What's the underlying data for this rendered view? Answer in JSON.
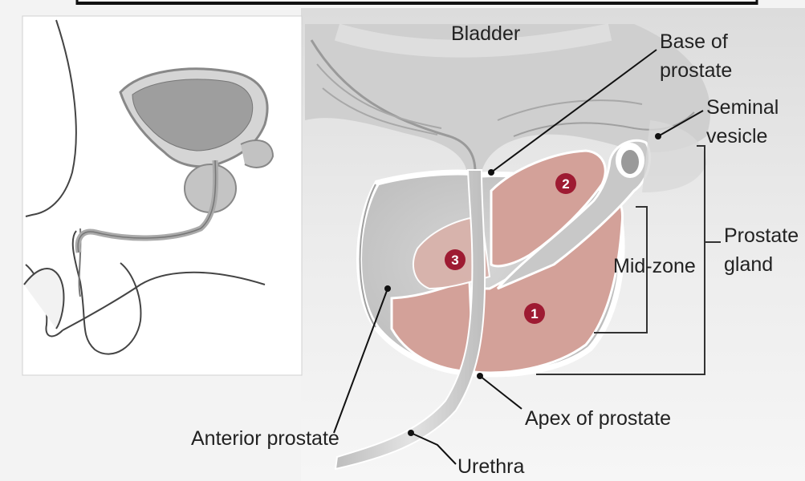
{
  "labels": {
    "bladder": "Bladder",
    "base_of_prostate_line1": "Base of",
    "base_of_prostate_line2": "prostate",
    "seminal_vesicle_line1": "Seminal",
    "seminal_vesicle_line2": "vesicle",
    "prostate_gland_line1": "Prostate",
    "prostate_gland_line2": "gland",
    "mid_zone": "Mid-zone",
    "apex_of_prostate": "Apex of prostate",
    "anterior_prostate": "Anterior prostate",
    "urethra": "Urethra"
  },
  "zones": [
    {
      "number": "1"
    },
    {
      "number": "2"
    },
    {
      "number": "3"
    }
  ],
  "colors": {
    "zone_fill": "#d3a199",
    "zone_badge": "#9e1b32",
    "background": "#f3f3f3",
    "inset_background": "#ffffff"
  }
}
